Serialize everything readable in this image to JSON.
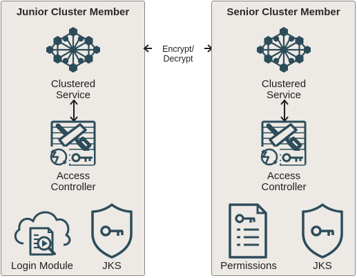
{
  "colors": {
    "icon": "#2c4c5a",
    "panel": "#ede9e4",
    "border": "#8a8580"
  },
  "connector": {
    "line1": "Encrypt/",
    "line2": "Decrypt"
  },
  "left": {
    "title": "Junior Cluster Member",
    "service": {
      "line1": "Clustered",
      "line2": "Service"
    },
    "access": {
      "line1": "Access",
      "line2": "Controller"
    },
    "module_label": "Login Module",
    "jks_label": "JKS"
  },
  "right": {
    "title": "Senior Cluster Member",
    "service": {
      "line1": "Clustered",
      "line2": "Service"
    },
    "access": {
      "line1": "Access",
      "line2": "Controller"
    },
    "permissions_label": "Permissions",
    "jks_label": "JKS"
  },
  "icons": [
    "cluster-network-icon",
    "vertical-arrow-icon",
    "access-controller-icon",
    "login-module-icon",
    "key-shield-icon",
    "permissions-document-icon"
  ]
}
